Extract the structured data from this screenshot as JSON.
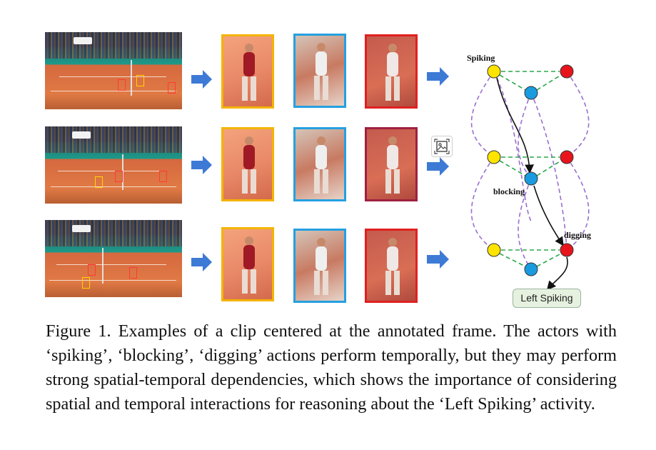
{
  "graph": {
    "labels": {
      "spiking": "Spiking",
      "blocking": "blocking",
      "digging": "digging"
    },
    "result": "Left Spiking"
  },
  "caption": {
    "text": "Figure 1. Examples of a clip centered at the annotated frame. The actors with ‘spiking’, ‘blocking’, ‘digging’ actions perform temporally, but they may perform strong spatial-temporal dependencies, which shows the importance of considering spatial and temporal interactions for reasoning about the ‘Left Spiking’ activity."
  },
  "icons": {
    "arrow": "arrow-right-icon",
    "overlay": "image-icon"
  },
  "colors": {
    "arrow": "#3d7ad6",
    "actor_spiking": "#ffe400",
    "actor_blocking": "#1a9be0",
    "actor_digging": "#e8141c",
    "border_orange": "#f4b400",
    "border_blue": "#25a0e0",
    "border_red": "#e02020",
    "spatial_edge": "#2aa84a",
    "temporal_edge": "#9b6fd0",
    "result_fill": "#e6f2df"
  }
}
